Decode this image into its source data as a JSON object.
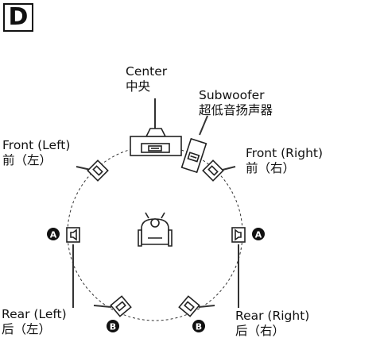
{
  "panel": {
    "letter": "D"
  },
  "labels": {
    "center": {
      "en": "Center",
      "zh": "中央"
    },
    "subwoofer": {
      "en": "Subwoofer",
      "zh": "超低音扬声器"
    },
    "front_left": {
      "en": "Front (Left)",
      "zh": "前（左）"
    },
    "front_right": {
      "en": "Front (Right)",
      "zh": "前（右）"
    },
    "rear_left": {
      "en": "Rear (Left)",
      "zh": "后（左）"
    },
    "rear_right": {
      "en": "Rear (Right)",
      "zh": "后（右）"
    }
  },
  "markers": {
    "a": "A",
    "b": "B"
  },
  "icons": {
    "listener": "listener-seat-icon",
    "speaker": "speaker-icon",
    "center_speaker": "center-speaker-tv-icon",
    "subwoofer": "subwoofer-icon"
  }
}
